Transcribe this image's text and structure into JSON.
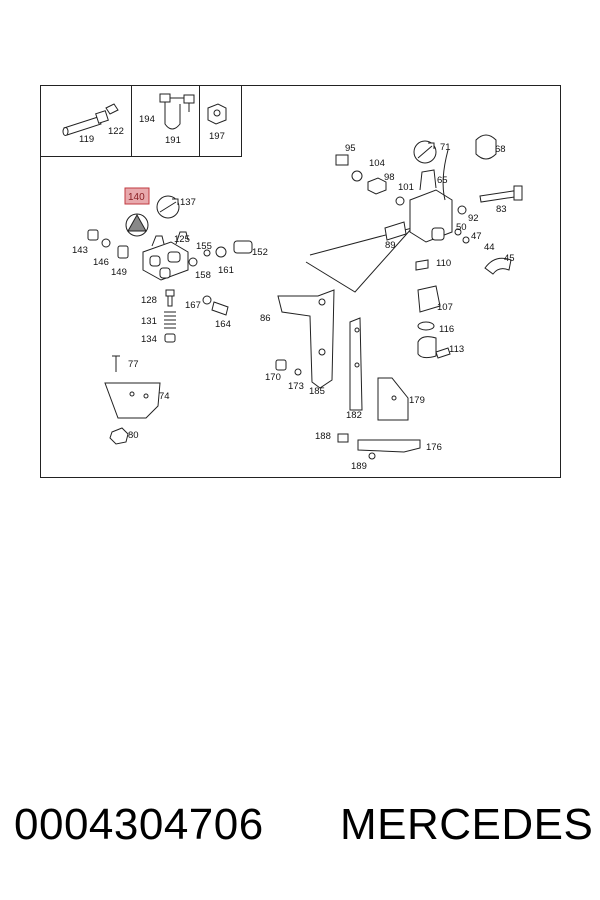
{
  "diagram": {
    "highlight_label": "140",
    "parts": [
      {
        "label": "119"
      },
      {
        "label": "122"
      },
      {
        "label": "194"
      },
      {
        "label": "191"
      },
      {
        "label": "197"
      },
      {
        "label": "137"
      },
      {
        "label": "125"
      },
      {
        "label": "143"
      },
      {
        "label": "146"
      },
      {
        "label": "149"
      },
      {
        "label": "155"
      },
      {
        "label": "158"
      },
      {
        "label": "161"
      },
      {
        "label": "152"
      },
      {
        "label": "128"
      },
      {
        "label": "131"
      },
      {
        "label": "134"
      },
      {
        "label": "167"
      },
      {
        "label": "164"
      },
      {
        "label": "77"
      },
      {
        "label": "74"
      },
      {
        "label": "80"
      },
      {
        "label": "95"
      },
      {
        "label": "104"
      },
      {
        "label": "98"
      },
      {
        "label": "101"
      },
      {
        "label": "71"
      },
      {
        "label": "68"
      },
      {
        "label": "65"
      },
      {
        "label": "92"
      },
      {
        "label": "83"
      },
      {
        "label": "50"
      },
      {
        "label": "47"
      },
      {
        "label": "44"
      },
      {
        "label": "45"
      },
      {
        "label": "89"
      },
      {
        "label": "110"
      },
      {
        "label": "107"
      },
      {
        "label": "116"
      },
      {
        "label": "113"
      },
      {
        "label": "86"
      },
      {
        "label": "170"
      },
      {
        "label": "173"
      },
      {
        "label": "185"
      },
      {
        "label": "182"
      },
      {
        "label": "179"
      },
      {
        "label": "188"
      },
      {
        "label": "176"
      },
      {
        "label": "189"
      }
    ]
  },
  "footer": {
    "part_number": "0004304706",
    "brand": "MERCEDES"
  }
}
